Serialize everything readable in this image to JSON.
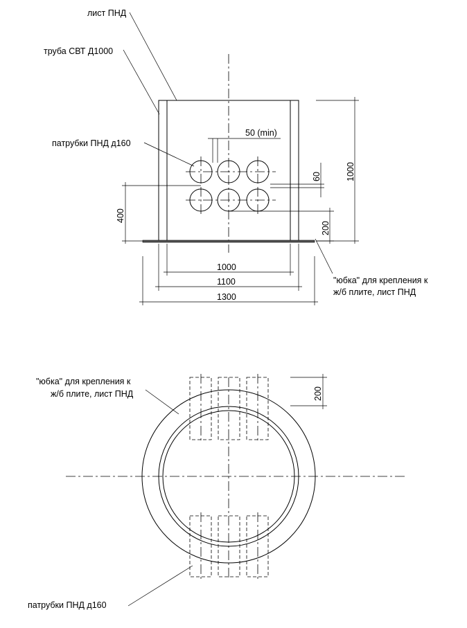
{
  "front_view": {
    "labels": {
      "sheet": "лист ПНД",
      "pipe": "труба СВТ Д1000",
      "nozzles": "патрубки ПНД д160",
      "skirt_line1": "\"юбка\" для крепления к",
      "skirt_line2": "ж/б плите, лист ПНД"
    },
    "dimensions": {
      "gap_min": "50 (min)",
      "spacing": "60",
      "height_total": "1000",
      "bottom_offset": "200",
      "nozzle_height": "400",
      "inner_width": "1000",
      "outer_width": "1100",
      "skirt_width": "1300"
    }
  },
  "plan_view": {
    "labels": {
      "skirt_line1": "\"юбка\" для крепления к",
      "skirt_line2": "ж/б плите, лист ПНД",
      "nozzles": "патрубки ПНД д160"
    },
    "dimensions": {
      "nozzle_length": "200"
    }
  }
}
